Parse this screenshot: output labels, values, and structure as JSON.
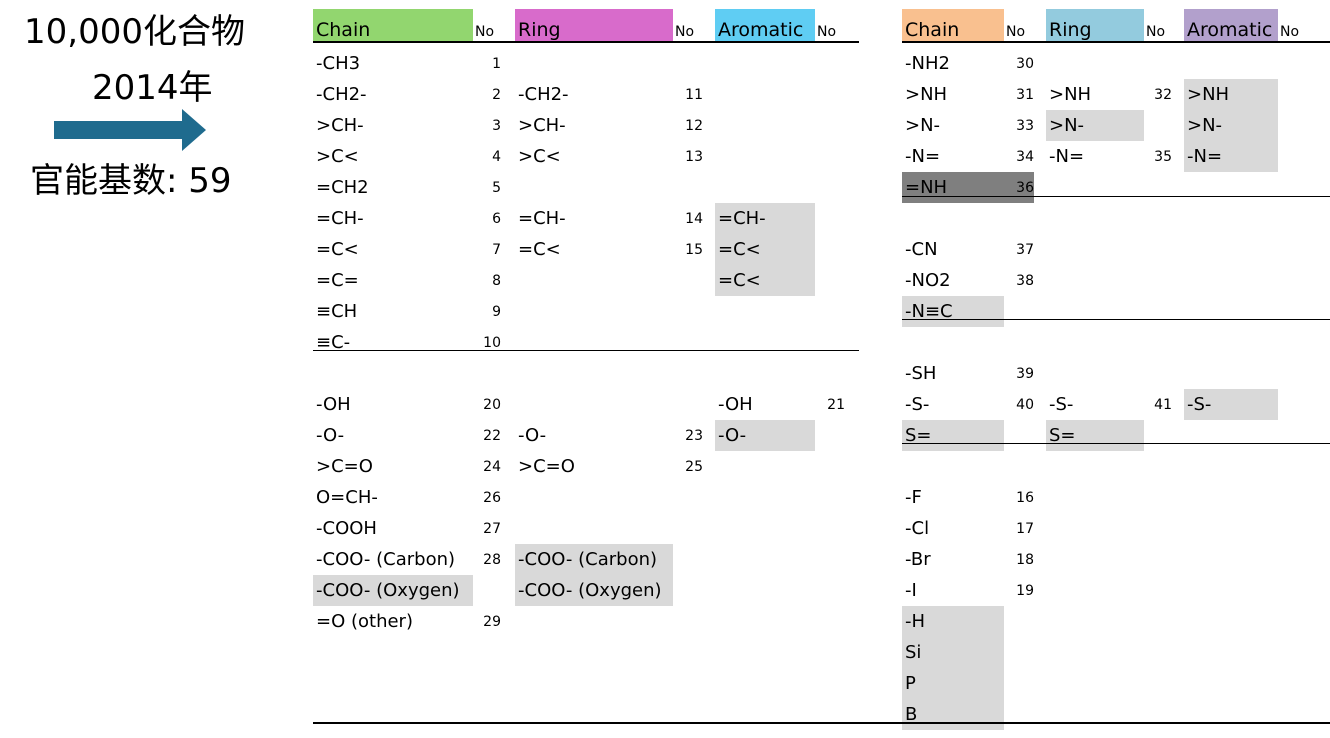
{
  "side": {
    "compounds": "10,000化合物",
    "year": "2014年",
    "groups": "官能基数: 59",
    "arrow_color": "#1f6b8e"
  },
  "colors": {
    "chain_left": "#92d66f",
    "ring_left": "#d86bcb",
    "aromatic_left": "#5fcdf3",
    "chain_right": "#f9c08f",
    "ring_right": "#93cbde",
    "aromatic_right": "#b2a0cc",
    "shade": "#d9d9d9",
    "dark": "#7f7f7f"
  },
  "headers": {
    "chain": "Chain",
    "ring": "Ring",
    "aromatic": "Aromatic",
    "no": "No"
  },
  "left_rows": [
    {
      "chain": "-CH3",
      "chain_no": "1"
    },
    {
      "chain": "-CH2-",
      "chain_no": "2",
      "ring": "-CH2-",
      "ring_no": "11"
    },
    {
      "chain": ">CH-",
      "chain_no": "3",
      "ring": ">CH-",
      "ring_no": "12"
    },
    {
      "chain": ">C<",
      "chain_no": "4",
      "ring": ">C<",
      "ring_no": "13"
    },
    {
      "chain": "=CH2",
      "chain_no": "5"
    },
    {
      "chain": "=CH-",
      "chain_no": "6",
      "ring": "=CH-",
      "ring_no": "14",
      "arom": "=CH-",
      "arom_shade": true
    },
    {
      "chain": "=C<",
      "chain_no": "7",
      "ring": "=C<",
      "ring_no": "15",
      "arom": "=C<",
      "arom_shade": true
    },
    {
      "chain": "=C=",
      "chain_no": "8",
      "arom": "=C<",
      "arom_shade": true
    },
    {
      "chain": "≡CH",
      "chain_no": "9"
    },
    {
      "chain": "≡C-",
      "chain_no": "10"
    },
    {},
    {
      "chain": "-OH",
      "chain_no": "20",
      "arom": "-OH",
      "arom_no": "21"
    },
    {
      "chain": "-O-",
      "chain_no": "22",
      "ring": "-O-",
      "ring_no": "23",
      "arom": "-O-",
      "arom_shade": true
    },
    {
      "chain": ">C=O",
      "chain_no": "24",
      "ring": ">C=O",
      "ring_no": "25"
    },
    {
      "chain": "O=CH-",
      "chain_no": "26"
    },
    {
      "chain": "-COOH",
      "chain_no": "27"
    },
    {
      "chain": "-COO- (Carbon)",
      "chain_no": "28",
      "ring": "-COO- (Carbon)",
      "ring_shade": true
    },
    {
      "chain": "-COO- (Oxygen)",
      "chain_shade": true,
      "ring": "-COO- (Oxygen)",
      "ring_shade": true
    },
    {
      "chain": "=O (other)",
      "chain_no": "29"
    }
  ],
  "right_rows": [
    {
      "chain": "-NH2",
      "chain_no": "30"
    },
    {
      "chain": ">NH",
      "chain_no": "31",
      "ring": ">NH",
      "ring_no": "32",
      "arom": ">NH",
      "arom_shade": true
    },
    {
      "chain": ">N-",
      "chain_no": "33",
      "ring": ">N-",
      "ring_shade": true,
      "arom": ">N-",
      "arom_shade": true
    },
    {
      "chain": "-N=",
      "chain_no": "34",
      "ring": "-N=",
      "ring_no": "35",
      "arom": "-N=",
      "arom_shade": true
    },
    {
      "chain": "=NH",
      "chain_no": "36",
      "chain_dark": true
    },
    {},
    {
      "chain": "-CN",
      "chain_no": "37"
    },
    {
      "chain": "-NO2",
      "chain_no": "38"
    },
    {
      "chain": "-N≡C",
      "chain_shade": true
    },
    {},
    {
      "chain": "-SH",
      "chain_no": "39"
    },
    {
      "chain": "-S-",
      "chain_no": "40",
      "ring": "-S-",
      "ring_no": "41",
      "arom": "-S-",
      "arom_shade": true
    },
    {
      "chain": "S=",
      "chain_shade": true,
      "ring": "S=",
      "ring_shade": true
    },
    {},
    {
      "chain": "-F",
      "chain_no": "16"
    },
    {
      "chain": "-Cl",
      "chain_no": "17"
    },
    {
      "chain": "-Br",
      "chain_no": "18"
    },
    {
      "chain": "-I",
      "chain_no": "19"
    },
    {
      "chain": "-H",
      "chain_shade": true
    },
    {
      "chain": "Si",
      "chain_shade": true
    },
    {
      "chain": "P",
      "chain_shade": true
    },
    {
      "chain": "B",
      "chain_shade": true
    }
  ]
}
